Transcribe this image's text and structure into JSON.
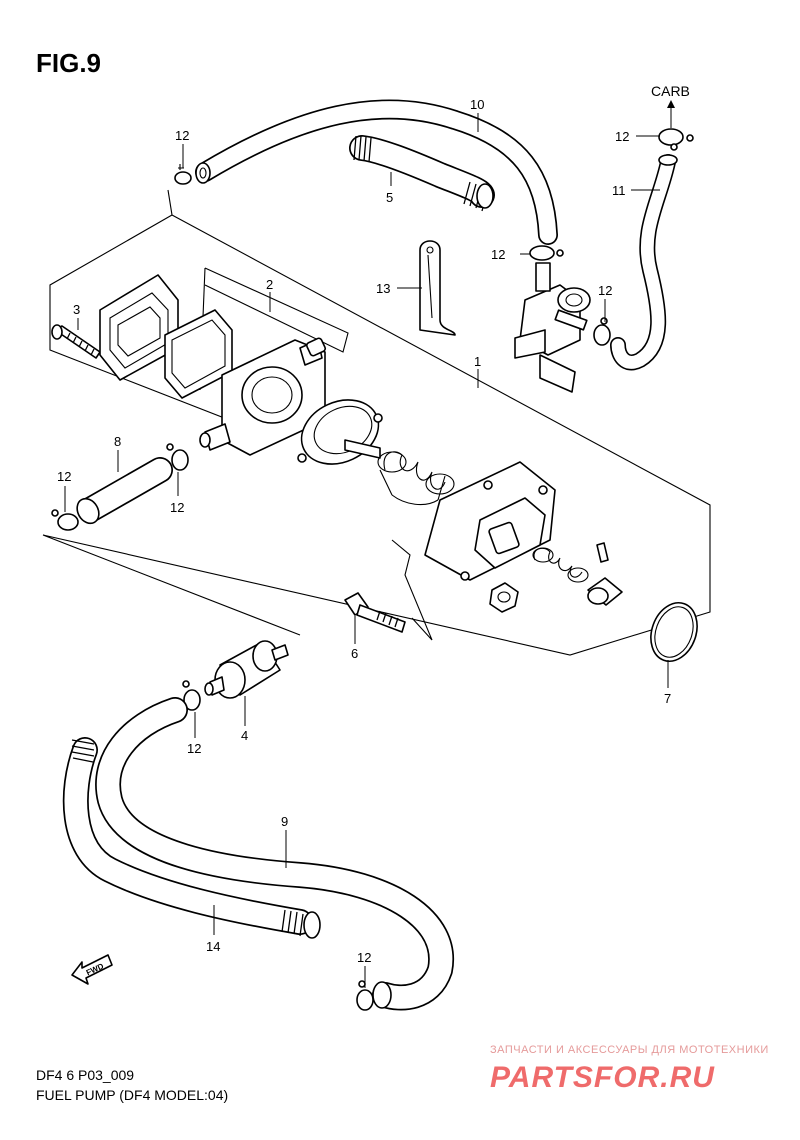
{
  "figure": {
    "title": "FIG.9",
    "carb_label": "CARB",
    "fwd_label": "FWD",
    "code": "DF4 6 P03_009",
    "caption": "FUEL PUMP (DF4 MODEL:04)"
  },
  "callouts": {
    "c1": "1",
    "c2": "2",
    "c3": "3",
    "c4": "4",
    "c5": "5",
    "c6": "6",
    "c7": "7",
    "c8": "8",
    "c9": "9",
    "c10": "10",
    "c11": "11",
    "c12a": "12",
    "c12b": "12",
    "c12c": "12",
    "c12d": "12",
    "c12e": "12",
    "c12f": "12",
    "c12g": "12",
    "c12h": "12",
    "c13": "13",
    "c14": "14"
  },
  "watermark": {
    "tagline": "ЗАПЧАСТИ И АКСЕССУАРЫ ДЛЯ МОТОТЕХНИКИ",
    "brand": "PARTSFOR.RU"
  }
}
